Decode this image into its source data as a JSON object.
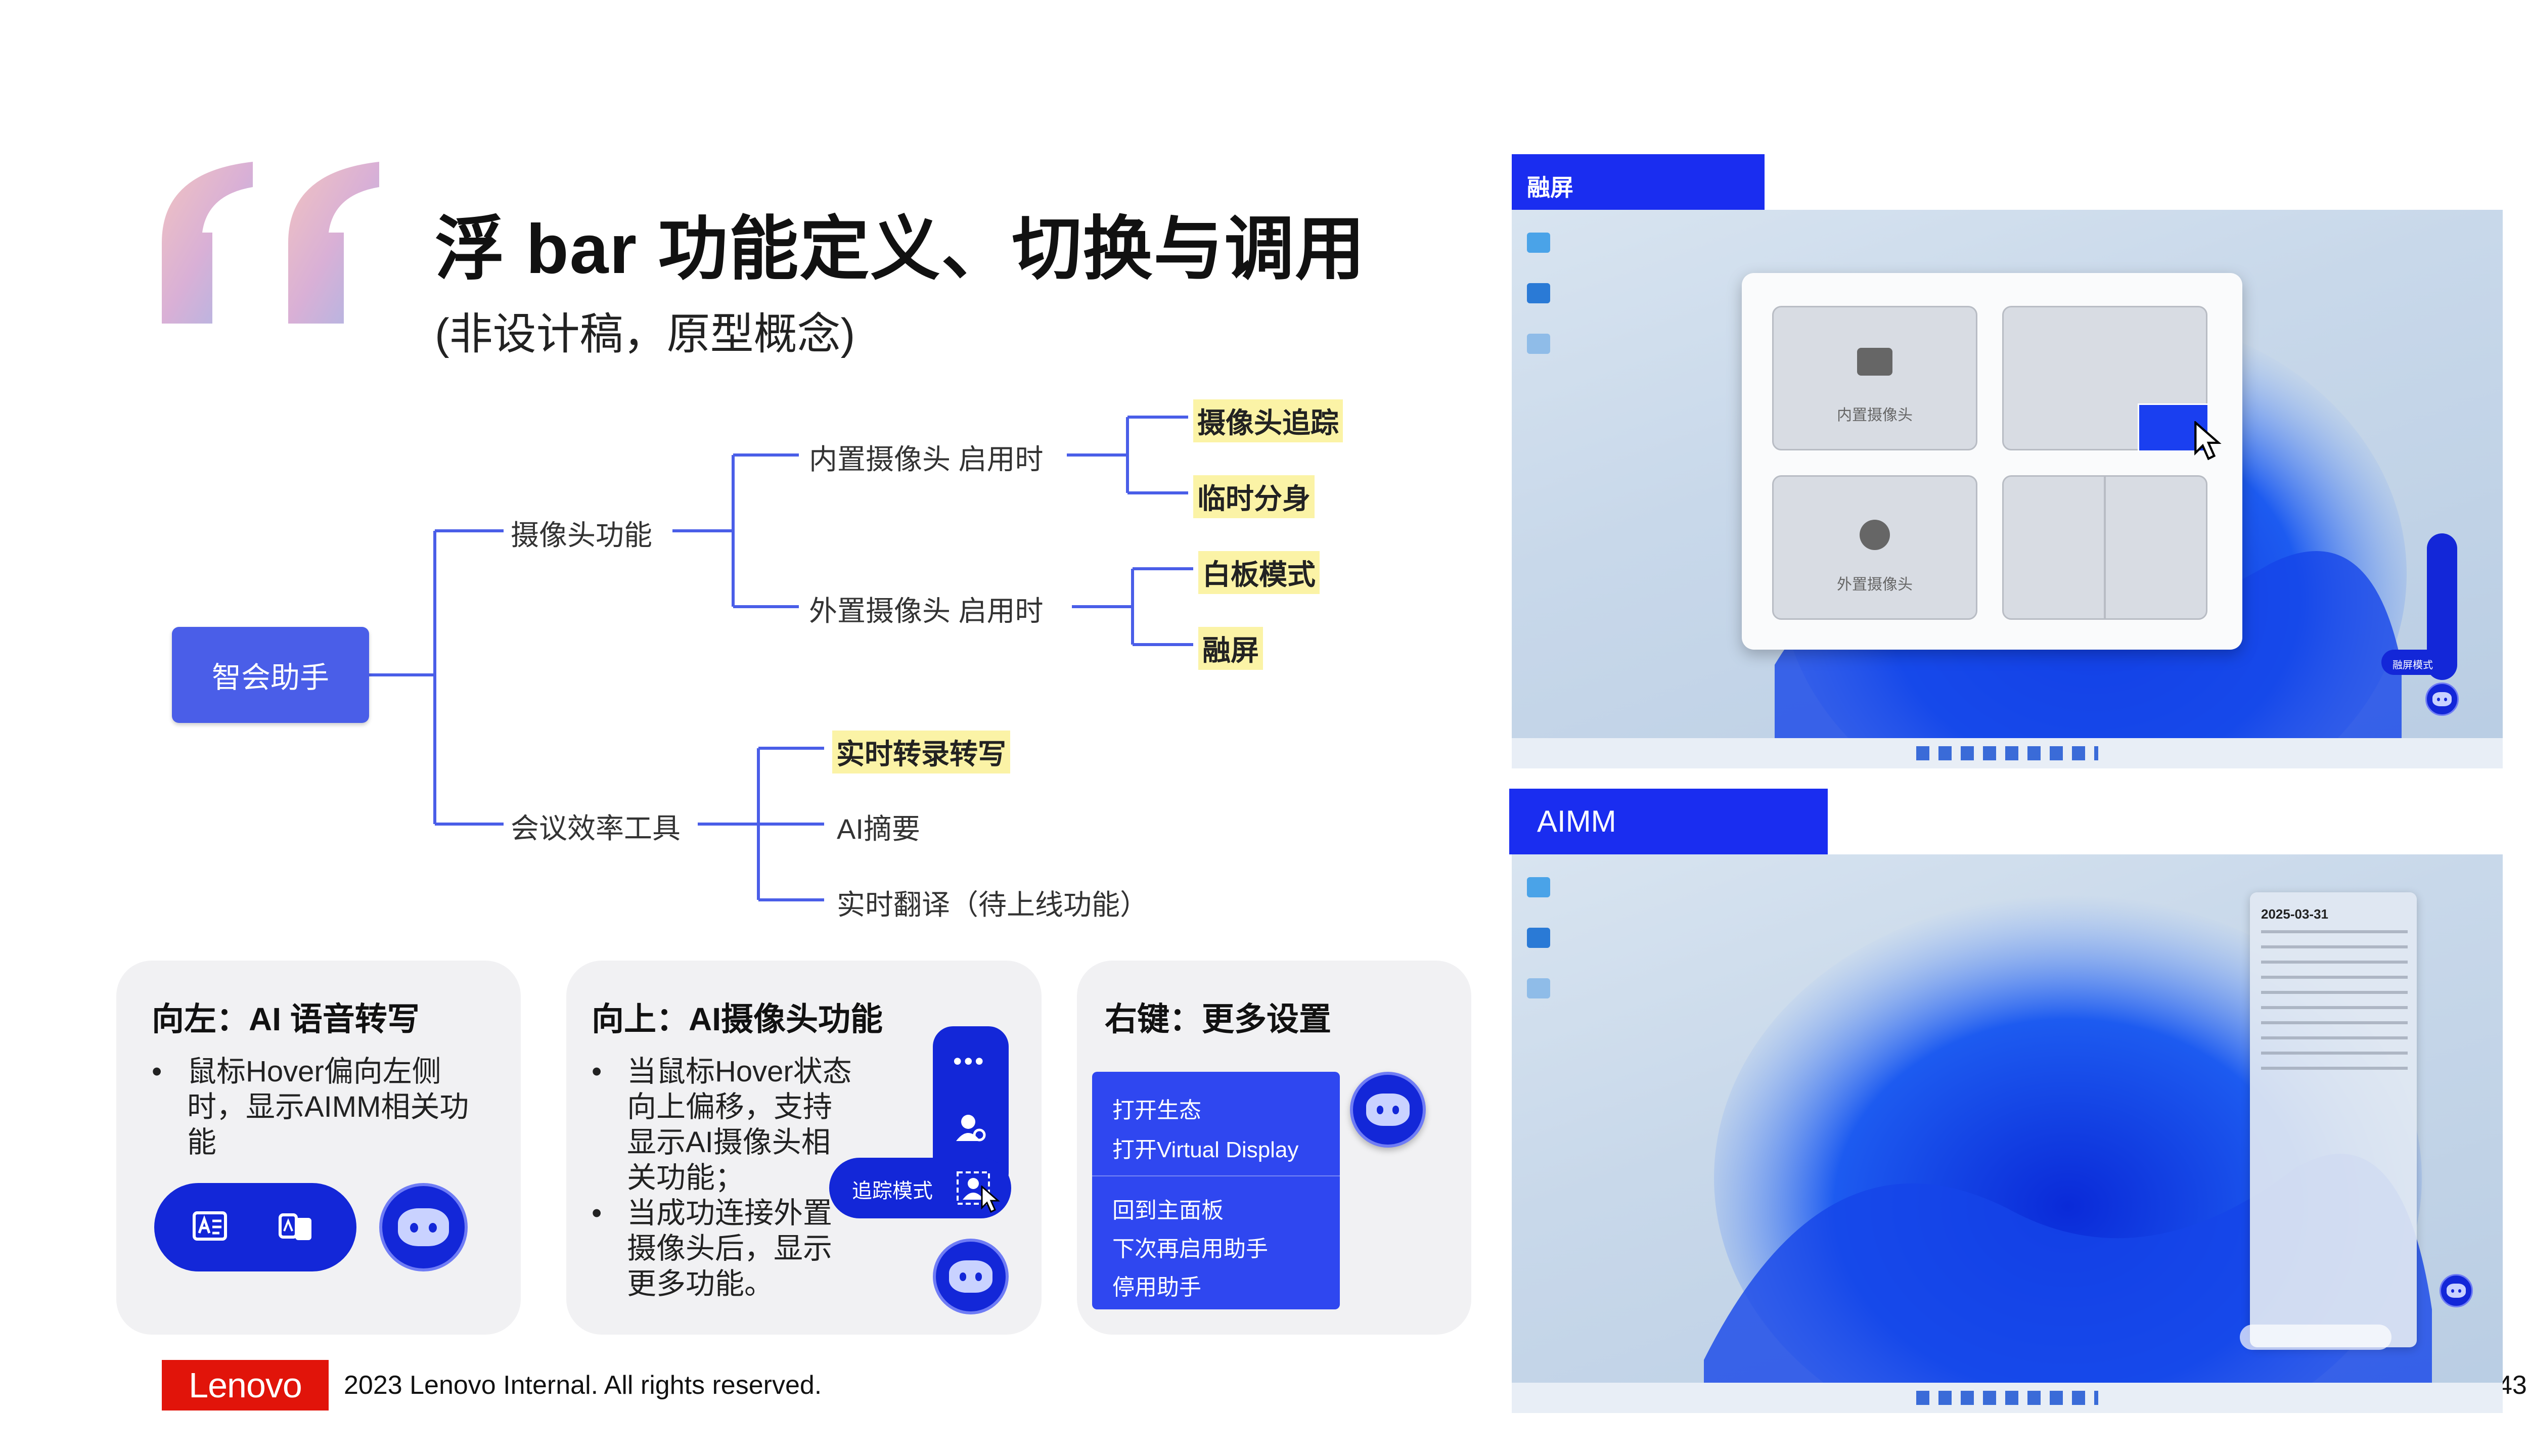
{
  "header": {
    "title": "浮 bar 功能定义、切换与调用",
    "subtitle": "(非设计稿，原型概念)"
  },
  "mindmap": {
    "root": "智会助手",
    "camera": {
      "label": "摄像头功能",
      "internal": {
        "label": "内置摄像头 启用时",
        "items": [
          "摄像头追踪",
          "临时分身"
        ]
      },
      "external": {
        "label": "外置摄像头  启用时",
        "items": [
          "白板模式",
          "融屏"
        ]
      }
    },
    "meeting": {
      "label": "会议效率工具",
      "items": [
        "实时转录转写",
        "AI摘要",
        "实时翻译（待上线功能）"
      ]
    }
  },
  "cards": {
    "left": {
      "title": "向左：AI 语音转写",
      "bullets": [
        "鼠标Hover偏向左侧时，显示AIMM相关功能"
      ]
    },
    "up": {
      "title": "向上：AI摄像头功能",
      "bullets": [
        "当鼠标Hover状态向上偏移，支持显示AI摄像头相关功能；",
        "当成功连接外置摄像头后，显示更多功能。"
      ],
      "chip_label": "追踪模式"
    },
    "right": {
      "title": "右键：更多设置",
      "menu": [
        "打开生态",
        "打开Virtual Display",
        "回到主面板",
        "下次再启用助手",
        "停用助手"
      ]
    }
  },
  "screens": {
    "top": {
      "tag": "融屏",
      "tiles": [
        "内置摄像头",
        "外置摄像头"
      ],
      "side_chip": "融屏模式"
    },
    "bottom": {
      "tag": "AIMM",
      "notes_date": "2025-03-31"
    }
  },
  "footer": {
    "logo": "Lenovo",
    "copyright": "2023 Lenovo Internal. All rights reserved.",
    "page": "43"
  },
  "colors": {
    "accent": "#1a2df0",
    "root_node": "#4a5ee8",
    "highlight": "#fbf3a6",
    "lenovo_red": "#e1140a"
  }
}
